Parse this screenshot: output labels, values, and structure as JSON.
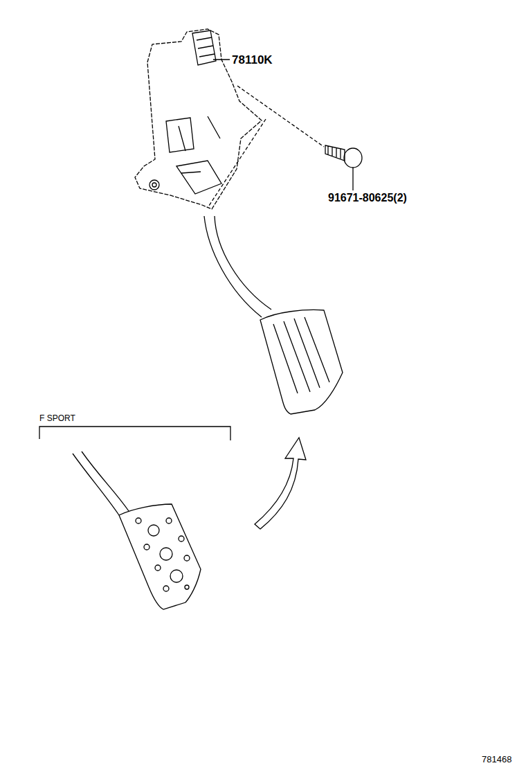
{
  "diagram": {
    "labels": [
      "78110K",
      "91671-80625(2)",
      "F SPORT",
      "781468"
    ]
  }
}
